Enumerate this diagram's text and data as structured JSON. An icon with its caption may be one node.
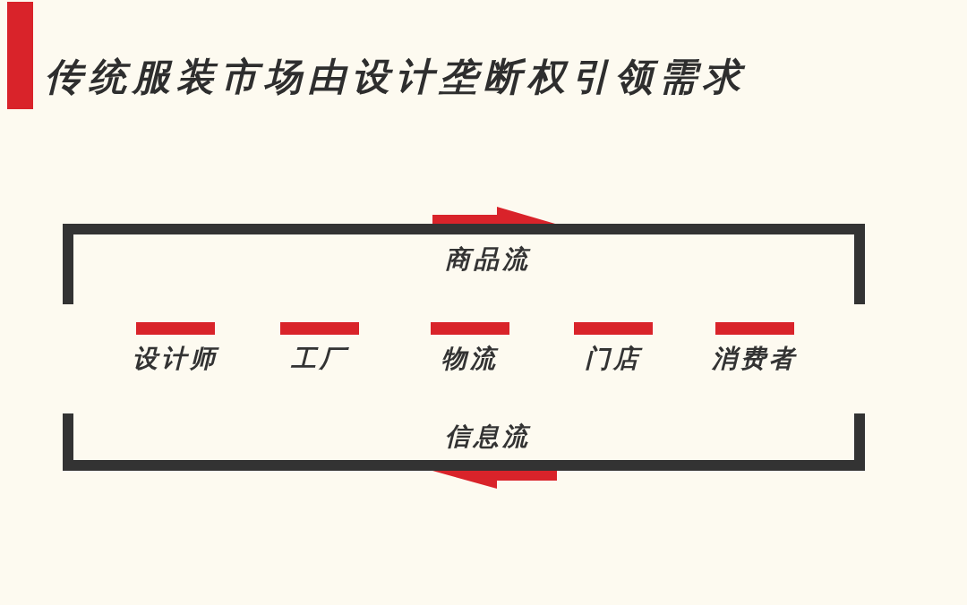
{
  "diagram": {
    "title": "传统服装市场由设计垄断权引领需求",
    "nodes": [
      {
        "text": [
          "商品流"
        ]
      },
      {
        "text": [
          "设计师"
        ]
      },
      {
        "text": [
          "工厂"
        ]
      },
      {
        "text": [
          "物流"
        ]
      },
      {
        "text": [
          "门店"
        ]
      },
      {
        "text": [
          "消费者"
        ]
      },
      {
        "text": [
          "信息流"
        ]
      }
    ]
  }
}
